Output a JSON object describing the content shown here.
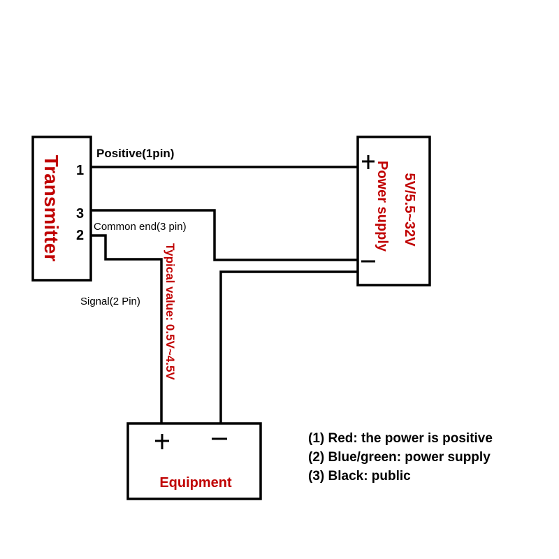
{
  "transmitter": {
    "label": "Transmitter",
    "pin1": "1",
    "pin3": "3",
    "pin2": "2"
  },
  "power_supply": {
    "voltage": "5V/5.5~32V",
    "label": "Power supply",
    "plus": "+",
    "minus": "—"
  },
  "equipment": {
    "label": "Equipment",
    "plus": "+",
    "minus": "—"
  },
  "wires": {
    "positive": "Positive(1pin)",
    "common": "Common end(3 pin)",
    "signal": "Signal(2 Pin)",
    "typical": "Typical value: 0.5V~4.5V"
  },
  "legend": [
    "(1) Red: the power is positive",
    "(2) Blue/green: power supply",
    "(3) Black: public"
  ],
  "colors": {
    "accent": "#c00000",
    "line": "#000000"
  }
}
